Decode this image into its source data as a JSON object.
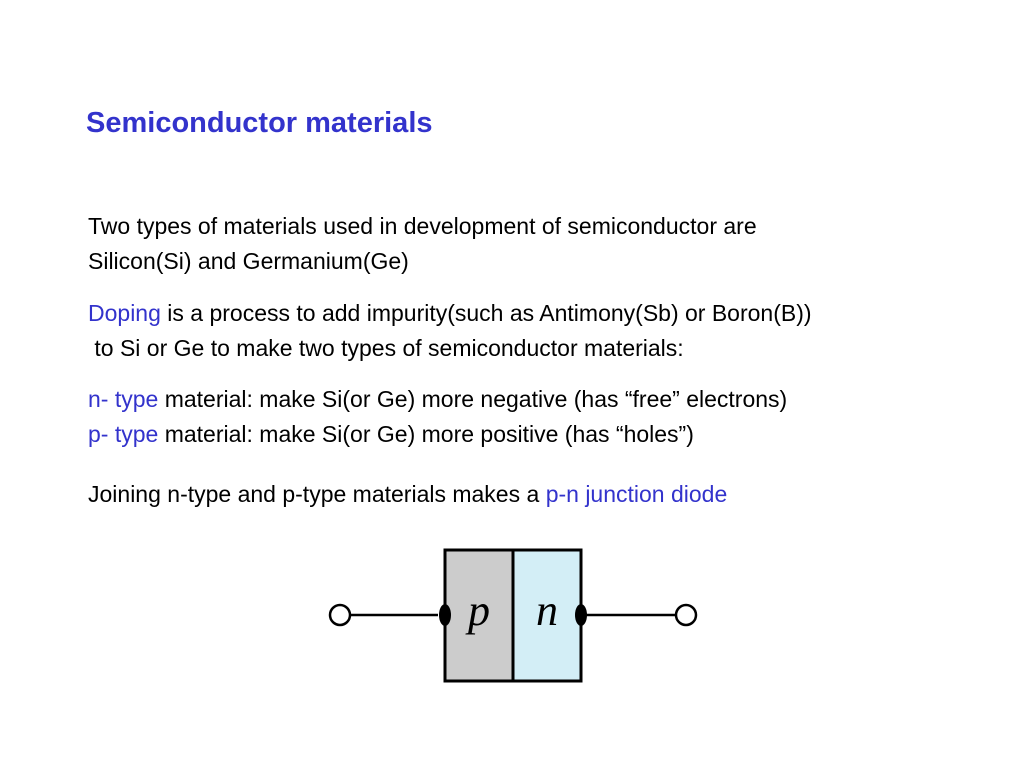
{
  "slide": {
    "title": "Semiconductor materials",
    "paragraph1": {
      "line1": "Two types of materials used in development of semiconductor are",
      "line2": "Silicon(Si) and Germanium(Ge)"
    },
    "paragraph2": {
      "doping_term": "Doping",
      "line1_rest": " is a process to add impurity(such as Antimony(Sb) or Boron(B))",
      "line2": " to Si or Ge to make two types of semiconductor materials:"
    },
    "paragraph3": {
      "n_type_term": "n- type",
      "n_type_desc": " material: make Si(or Ge) more negative (has “free” electrons)",
      "p_type_term": "p- type",
      "p_type_desc": " material: make Si(or Ge) more positive (has “holes”)"
    },
    "paragraph4": {
      "text": "Joining n-type and p-type materials makes a ",
      "highlight": "p-n junction diode"
    },
    "diode": {
      "p_label": "p",
      "n_label": "n"
    }
  },
  "colors": {
    "accent": "#3333cc",
    "p_region_fill": "#cccccc",
    "n_region_fill": "#d3eef6"
  }
}
